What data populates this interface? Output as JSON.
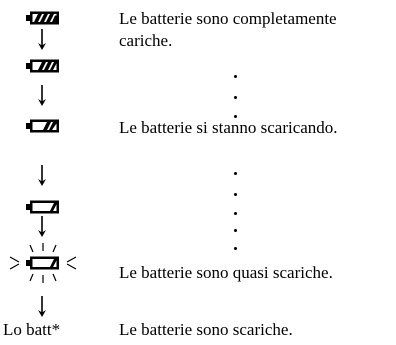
{
  "battery_levels": [
    {
      "icon": "battery-full-icon",
      "fill": 1.0,
      "description": "Le batterie sono completamente\ncariche."
    },
    {
      "icon": "battery-three-quarters-icon",
      "fill": 0.75
    },
    {
      "icon": "battery-half-icon",
      "fill": 0.5,
      "description": "Le batterie si stanno scaricando."
    },
    {
      "icon": "battery-quarter-icon",
      "fill": 0.25
    },
    {
      "icon": "battery-blinking-icon",
      "fill": 0.25,
      "blinking": true,
      "description": "Le batterie sono quasi scariche."
    },
    {
      "label": "Lo batt*",
      "description": "Le batterie sono scariche."
    }
  ],
  "texts": {
    "full_line1": "Le batterie sono completamente",
    "full_line2": "cariche.",
    "discharging": "Le batterie si stanno scaricando.",
    "almost_empty": "Le batterie sono quasi scariche.",
    "lo_batt_label": "Lo batt*",
    "empty": "Le batterie sono scariche."
  },
  "colors": {
    "ink": "#000000",
    "background": "#ffffff"
  }
}
